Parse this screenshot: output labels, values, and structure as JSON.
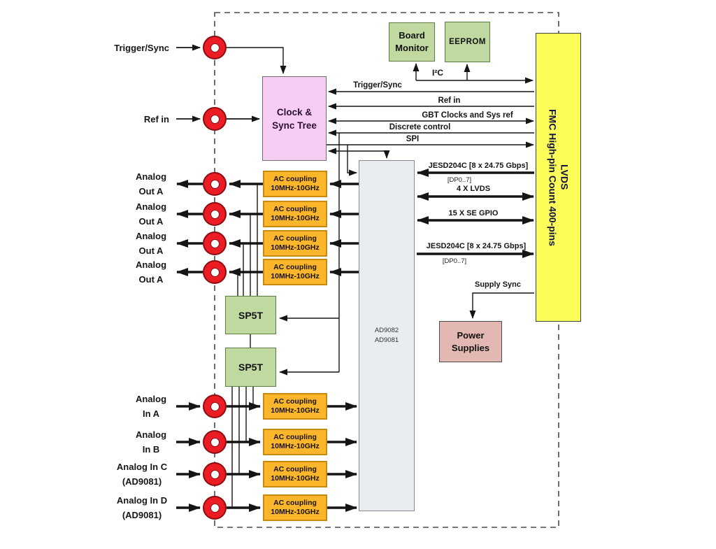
{
  "colors": {
    "connector_red": "#EC1C24",
    "clock_pink": "#F8CDF4",
    "module_green": "#BFD9A0",
    "coupling_orange": "#FBB62C",
    "chip_gray": "#E9EDF2",
    "fmc_yellow": "#FDFD59",
    "power_rose": "#E4B8B2"
  },
  "ports": {
    "trigger_sync": "Trigger/Sync",
    "ref_in": "Ref in",
    "analog_out": {
      "line1": "Analog",
      "line2": "Out A"
    },
    "analog_in_a": {
      "line1": "Analog",
      "line2": "In A"
    },
    "analog_in_b": {
      "line1": "Analog",
      "line2": "In B"
    },
    "analog_in_c": {
      "line1": "Analog In C",
      "line2": "(AD9081)"
    },
    "analog_in_d": {
      "line1": "Analog In D",
      "line2": "(AD9081)"
    }
  },
  "blocks": {
    "clock_sync": {
      "line1": "Clock &",
      "line2": "Sync Tree"
    },
    "board_monitor": {
      "line1": "Board",
      "line2": "Monitor"
    },
    "eeprom": "EEPROM",
    "ac_coupling": {
      "line1": "AC coupling",
      "line2": "10MHz-10GHz"
    },
    "sp5t": "SP5T",
    "converter": {
      "line1": "AD9082",
      "line2": "AD9081"
    },
    "fmc": {
      "line1": "FMC High-pin Count 400-pins",
      "line2": "LVDS"
    },
    "power": {
      "line1": "Power",
      "line2": "Supplies"
    }
  },
  "buses": {
    "i2c": "I²C",
    "trigger_sync": "Trigger/Sync",
    "ref_in": "Ref in",
    "gbt": "GBT Clocks and Sys ref",
    "discrete": "Discrete control",
    "spi": "SPI",
    "jesd_rx": "JESD204C [8 x 24.75 Gbps]",
    "jesd_rx_lanes": "[DP0..7]",
    "lvds": "4 X LVDS",
    "gpio": "15 X SE GPIO",
    "jesd_tx": "JESD204C [8 x 24.75 Gbps]",
    "jesd_tx_lanes": "[DP0..7]",
    "supply_sync": "Supply Sync"
  }
}
